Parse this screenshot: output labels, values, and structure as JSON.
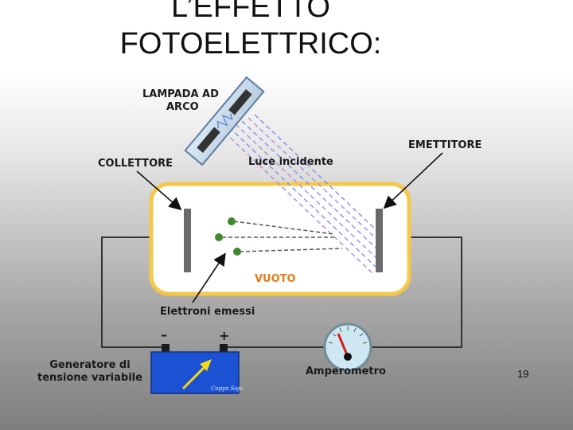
{
  "slide": {
    "title_line1": "L’EFFETTO",
    "title_line2": "FOTOELETTRICO:",
    "page_number": "19"
  },
  "diagram": {
    "lamp_label_line1": "LAMPADA AD",
    "lamp_label_line2": "ARCO",
    "collector_label": "COLLETTORE",
    "incident_light_label": "Luce incidente",
    "emitter_label": "EMETTITORE",
    "vacuum_label": "VUOTO",
    "emitted_electrons_label": "Elettroni emessi",
    "generator_label_line1": "Generatore di",
    "generator_label_line2": "tensione variabile",
    "minus_sign": "–",
    "plus_sign": "+",
    "ammeter_label": "Amperometro",
    "battery_signature": "Copyn Sojo"
  },
  "colors": {
    "tube_fill": "#ffffff",
    "tube_border": "#f5c84a",
    "electrode": "#6a6a6a",
    "electron": "#3d8a2e",
    "vacuum_text": "#e87817",
    "light_ray_blue": "#7f8fe8",
    "light_ray_purple": "#b18ad8",
    "battery_blue": "#1b52d3",
    "arrow_yellow": "#f5d614",
    "ammeter_face": "#cfe9f2",
    "needle_red": "#d42020"
  }
}
